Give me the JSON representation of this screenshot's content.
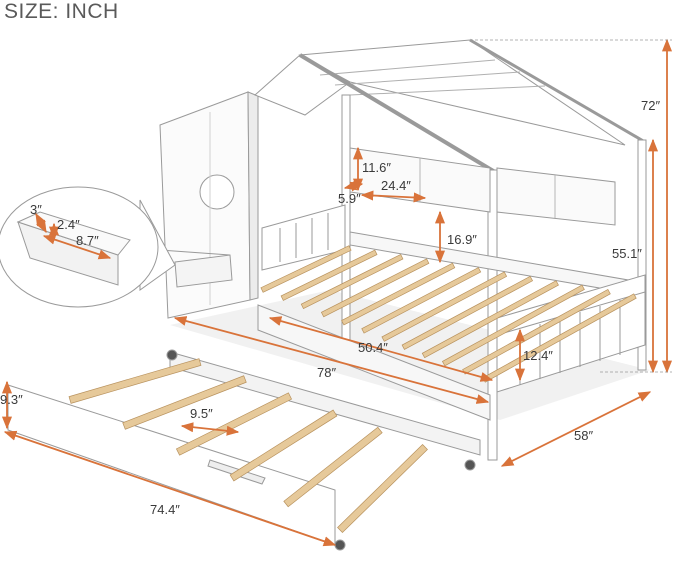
{
  "header": {
    "title": "SIZE: INCH"
  },
  "colors": {
    "arrow": "#d9733a",
    "frame": "#ffffff",
    "frame_stroke": "#9a9a9a",
    "wood": "#e6c99a",
    "wood_stroke": "#b8925e",
    "shadow": "#e3e3e3"
  },
  "dimensions": {
    "total_height": "72″",
    "post_height": "55.1″",
    "width": "58″",
    "length": "78″",
    "inner_length": "50.4″",
    "rail_height": "12.4″",
    "shelf_height": "11.6″",
    "shelf_width": "24.4″",
    "shelf_depth": "5.9″",
    "shelf_gap": "16.9″",
    "side_shelf_depth": "3″",
    "side_shelf_height": "2.4″",
    "side_shelf_width": "8.7″",
    "trundle_height": "9.3″",
    "trundle_length": "74.4″",
    "slat_gap": "9.5″"
  }
}
